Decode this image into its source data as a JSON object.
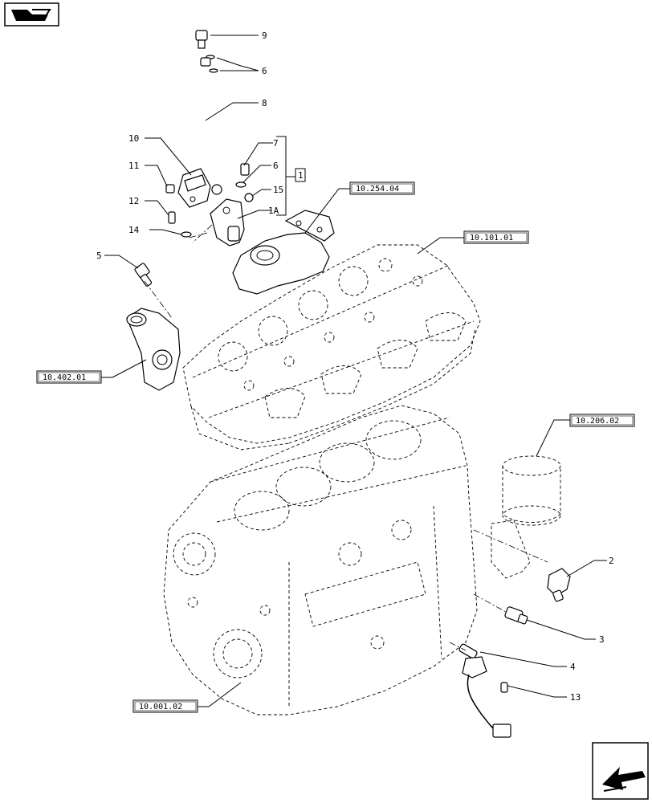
{
  "callouts": {
    "c9": "9",
    "c6a": "6",
    "c8": "8",
    "c10": "10",
    "c7": "7",
    "c6b": "6",
    "c11": "11",
    "c1box": "1",
    "c15": "15",
    "c12": "12",
    "c1a": "1A",
    "c14": "14",
    "c5": "5",
    "c2": "2",
    "c3": "3",
    "c4": "4",
    "c13": "13"
  },
  "references": {
    "r1": "10.254.04",
    "r2": "10.101.01",
    "r3": "10.402.01",
    "r4": "10.206.02",
    "r5": "10.001.02"
  },
  "icons": {
    "top_left": "book-arrow-icon",
    "bottom_right": "navigation-arrow-icon"
  }
}
